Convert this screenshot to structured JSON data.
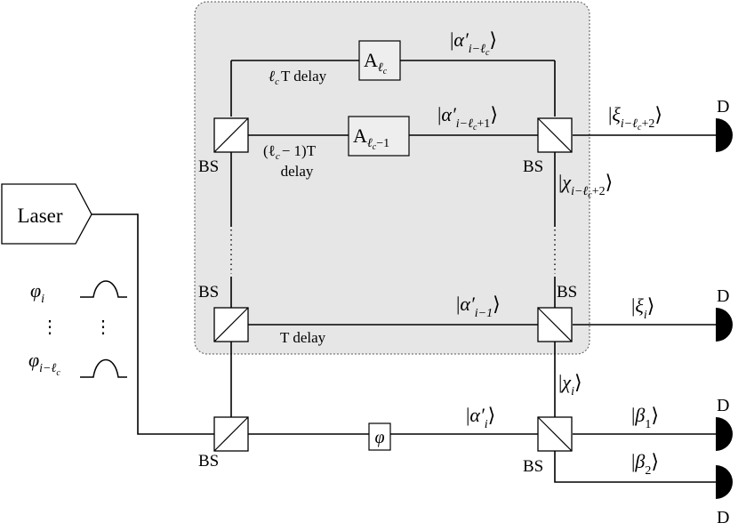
{
  "laser": {
    "label": "Laser"
  },
  "pulses": [
    {
      "symbol": "φ",
      "sub": "i",
      "subsub": ""
    },
    {
      "symbol": "φ",
      "sub": "i−ℓ",
      "subsub": "c"
    }
  ],
  "vdots": "⋮",
  "beam_splitter_label": "BS",
  "detector_label": "D",
  "phase_label": "φ",
  "amplifiers": [
    {
      "main": "A",
      "sub": "ℓ",
      "subsub": "c",
      "tail": ""
    },
    {
      "main": "A",
      "sub": "ℓ",
      "subsub": "c",
      "tail": "−1"
    }
  ],
  "delays": {
    "lc": {
      "sym": "ℓ",
      "sub": "c",
      "text": "T delay"
    },
    "lc_minus_1_line1": {
      "pre": "(ℓ",
      "sub": "c",
      "post": "− 1)T"
    },
    "lc_minus_1_line2": "delay",
    "t": "T delay"
  },
  "states": {
    "alpha_i_minus_lc": {
      "sym": "α′",
      "sub": "i−ℓ",
      "subsub": "c",
      "tail": ""
    },
    "alpha_i_minus_lc_plus_1": {
      "sym": "α′",
      "sub": "i−ℓ",
      "subsub": "c",
      "tail": "+1"
    },
    "xi_i_minus_lc_plus_2": {
      "sym": "ξ",
      "sub": "i−ℓ",
      "subsub": "c",
      "tail": "+2"
    },
    "chi_i_minus_lc_plus_2": {
      "sym": "χ",
      "sub": "i−ℓ",
      "subsub": "c",
      "tail": "+2"
    },
    "alpha_i_minus_1": {
      "sym": "α′",
      "sub": "i−1"
    },
    "xi_i": {
      "sym": "ξ",
      "sub": "i"
    },
    "chi_i": {
      "sym": "χ",
      "sub": "i"
    },
    "alpha_i": {
      "sym": "α′",
      "sub": "i"
    },
    "beta_1": {
      "sym": "β",
      "sub": "1"
    },
    "beta_2": {
      "sym": "β",
      "sub": "2"
    }
  },
  "colors": {
    "panel_fill": "#e6e6e6",
    "line": "#000000",
    "box_fill": "#eeeeee"
  }
}
